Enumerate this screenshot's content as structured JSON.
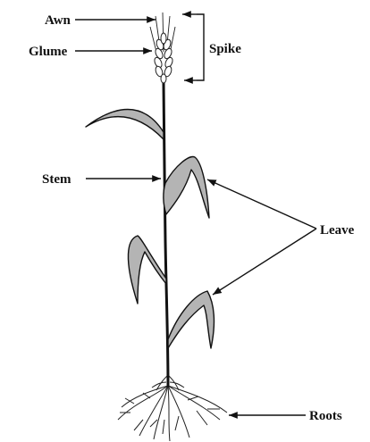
{
  "labels": {
    "awn": "Awn",
    "glume": "Glume",
    "spike": "Spike",
    "stem": "Stem",
    "leave": "Leave",
    "roots": "Roots"
  },
  "colors": {
    "leaf_fill": "#b4b4b4",
    "line": "#111111",
    "background": "#ffffff"
  }
}
